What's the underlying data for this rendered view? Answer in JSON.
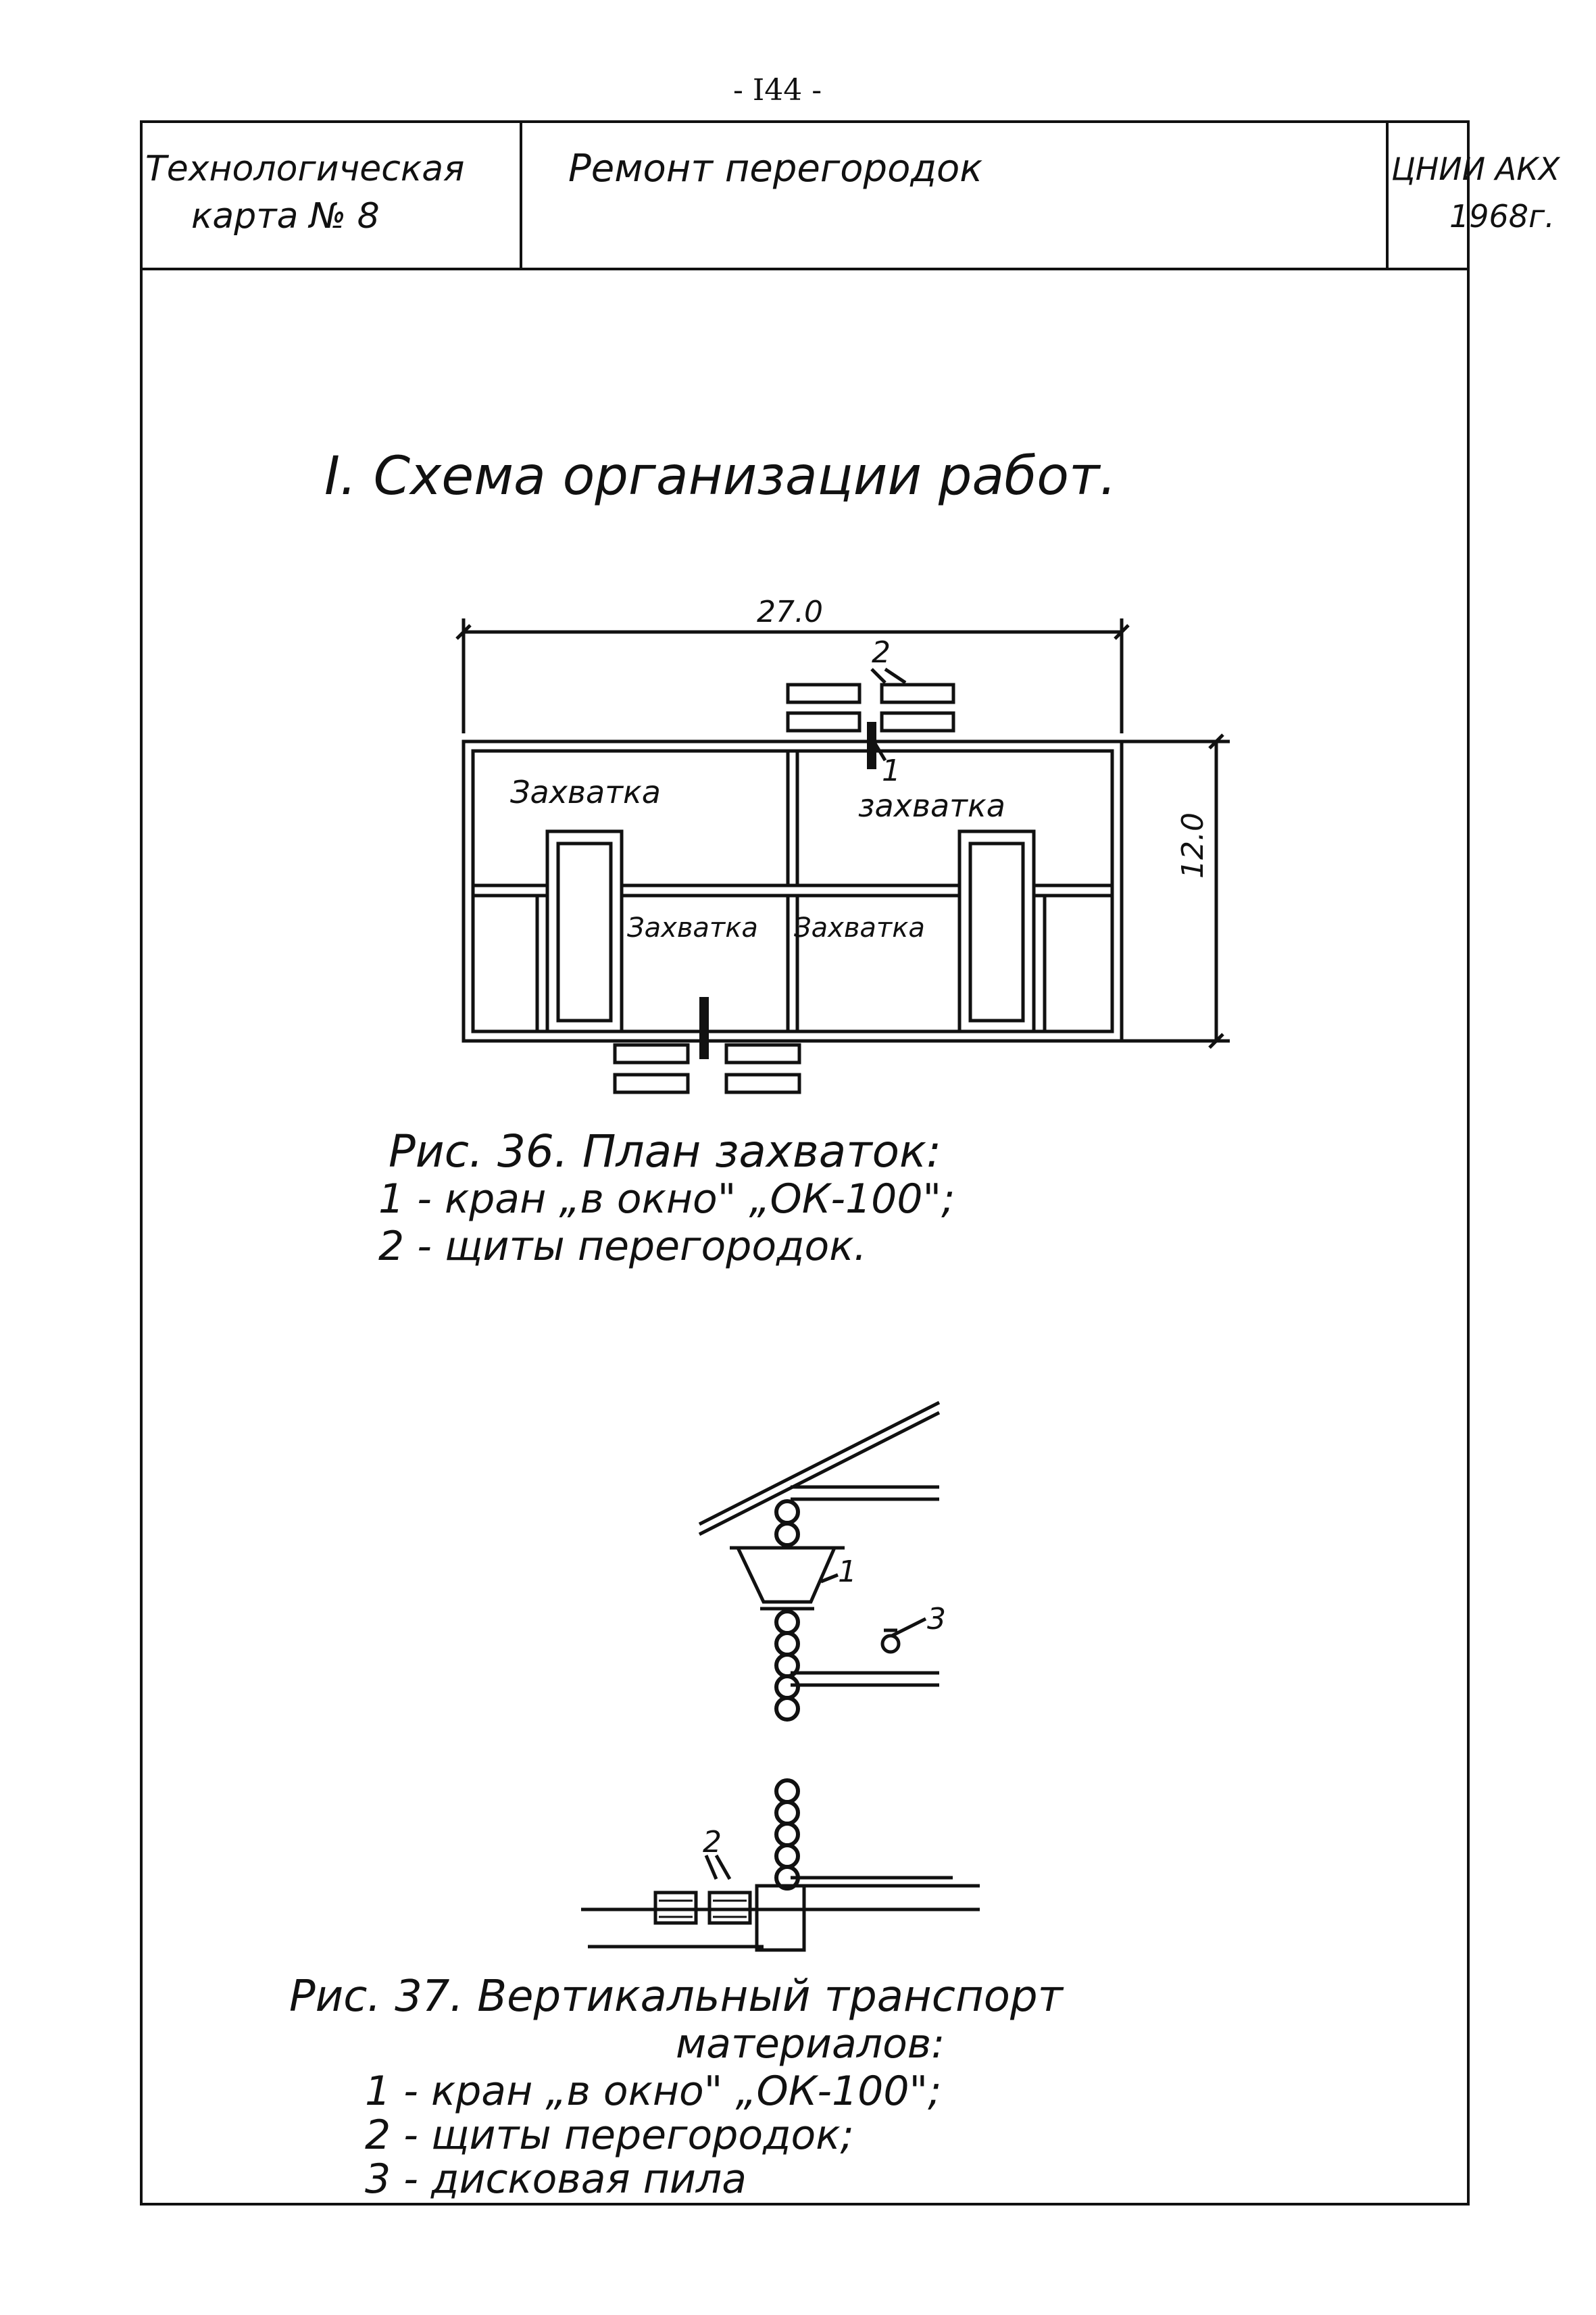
{
  "page_number": "- I44 -",
  "title_block": {
    "card_line1": "Технологическая",
    "card_line2": "карта № 8",
    "title": "Ремонт перегородок",
    "org_line1": "ЦНИИ АКХ",
    "org_line2": "1968г."
  },
  "section_heading": "I. Схема организации работ.",
  "fig36": {
    "dimension_width": "27.0",
    "dimension_height": "12.0",
    "callout_1": "1",
    "callout_2": "2",
    "zone_labels": [
      "Захватка",
      "захватка",
      "Захватка",
      "Захватка"
    ],
    "caption": [
      "Рис. 36. План захваток:",
      "1 - кран „в окно\" „ОК-100\";",
      "2 - щиты перегородок."
    ]
  },
  "fig37": {
    "callout_1": "1",
    "callout_2": "2",
    "callout_3": "3",
    "caption_title_line1": "Рис. 37. Вертикальный транспорт",
    "caption_title_line2": "материалов:",
    "legend": [
      "1 - кран „в окно\" „ОК-100\";",
      "2 - щиты перегородок;",
      "3 - дисковая пила"
    ]
  }
}
